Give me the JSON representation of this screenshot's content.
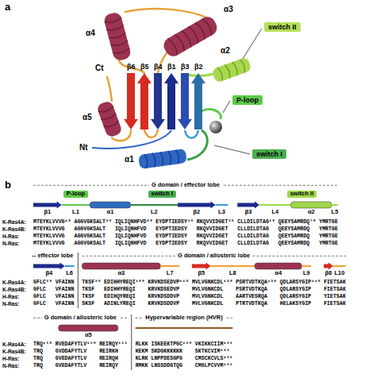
{
  "diagram": {
    "nodes": [
      {
        "text": [
          "switch II"
        ]
      },
      {
        "text": [
          "P-loop"
        ]
      },
      {
        "text": [
          "switch I"
        ]
      },
      {
        "text": [
          "P-loop"
        ]
      },
      {
        "text": [
          "switch I"
        ]
      },
      {
        "text": [
          "switch II"
        ]
      }
    ],
    "labels": [
      "a",
      "α3",
      "α4",
      "α2",
      "Ct",
      "β6",
      "β5",
      "β4",
      "β1",
      "β3",
      "β2",
      "α5",
      "Nt",
      "α1",
      "b",
      "G domain / effector lobe",
      "β1",
      "L1",
      "α1",
      "L2",
      "β2",
      "L3",
      "β3",
      "L4",
      "α2",
      "L5",
      "K-Ras4A:",
      "MTEYKLVVVG¹⁰",
      "AGGVGKSALT²⁰",
      "IQLIQNHFVD³⁰",
      "EYDPTIEDSY⁴⁰",
      "RKQVVIDGET⁵⁰",
      "CLLDILDTAG⁶⁰",
      "QEEYSAMRDQ⁷⁰",
      "YMRTGE",
      "K-Ras4B:",
      "MTEYKLVVVG",
      "AGGVGKSALT",
      "IQLIQNHFVD",
      "EYDPTIEDSY",
      "RKQVVIDGET",
      "CLLDILDTAG",
      "QEEYSAMRDQ",
      "YMRTGE",
      "H-Ras:",
      "MTEYKLVVVG",
      "AGGVGKSALT",
      "IQLIQNHFVD",
      "EYDPTIEDSY",
      "RKQVVIDGET",
      "CLLDILDTAG",
      "QEEYSAMRDQ",
      "YMRTGE",
      "N-Ras:",
      "MTEYKLVVVG",
      "AGGVGKSALT",
      "IQLIQNHFVD",
      "EYDPTIEDSY",
      "RKQVVIDGET",
      "CLLDILDTAG",
      "QEEYSAMRDQ",
      "YMRTGE",
      "-- effector lobe",
      "G domain / allosteric lobe",
      "β4",
      "L6",
      "α3",
      "L7",
      "β5",
      "L8",
      "α4",
      "L9",
      "β6",
      "L10",
      "K-Ras4A:",
      "GFLC⁸⁰",
      "VFAINN",
      "TKSF⁹⁰",
      "EDIHHYREQI¹⁰⁰",
      "KRVKDSEDVP¹¹⁰",
      "MVLVGNKCDL¹²⁰",
      "PSRTVDTKQA¹³⁰",
      "QDLARSYGIP¹⁴⁰",
      "FIETSAK",
      "K-Ras4B:",
      "GFLC",
      "VFAINN",
      "TKSF",
      "EDIHHYREQI",
      "KRVKDSEDVP",
      "MVLVGNKCDL",
      "PSRTVDTKQA",
      "QDLARSYGIP",
      "FIETSAK",
      "H-Ras:",
      "GFLC",
      "VFAINN",
      "TKSF",
      "EDIHQYREQI",
      "KRVKDSDDVP",
      "MVLVGNKCDL",
      "AARTVESRQA",
      "QDLARSYGIP",
      "YIETSAK",
      "N-Ras:",
      "GFLC",
      "VFAINN",
      "SKSF",
      "ADINLYREQI",
      "KRVKDSDDVP",
      "MVLVGNKCDL",
      "PTRTVDTKQA",
      "HELAKSYGIP",
      "FIETSAK",
      "G domain / allosteric lobe",
      "Hypervariable region (HVR)",
      "α5",
      "K-Ras4A:",
      "TRQ¹⁵⁰",
      "RVEDAFYTLV¹⁶⁰",
      "REIRQY¹⁶⁶",
      "RLKK",
      "ISKEEKTPGC¹⁸⁰",
      "VKIKKCIIM¹⁸⁹",
      "K-Ras4B:",
      "TRQ",
      "GVDDAFYTLV",
      "REIRKH",
      "KEKM",
      "SKDGKKKKKK",
      "SKTKCVIM¹⁸⁸",
      "H-Ras:",
      "TRQ",
      "GVEDAFYTLV",
      "REIRQH",
      "KLRK",
      "LNPPDESGPG",
      "CMSCKCVLS¹⁸⁹",
      "N-Ras:",
      "TRQ",
      "GVEDAFYTLV",
      "REIRQY",
      "RMKK",
      "LNSSDDGTQG",
      "CMGLPCVVM¹⁸⁹"
    ]
  }
}
